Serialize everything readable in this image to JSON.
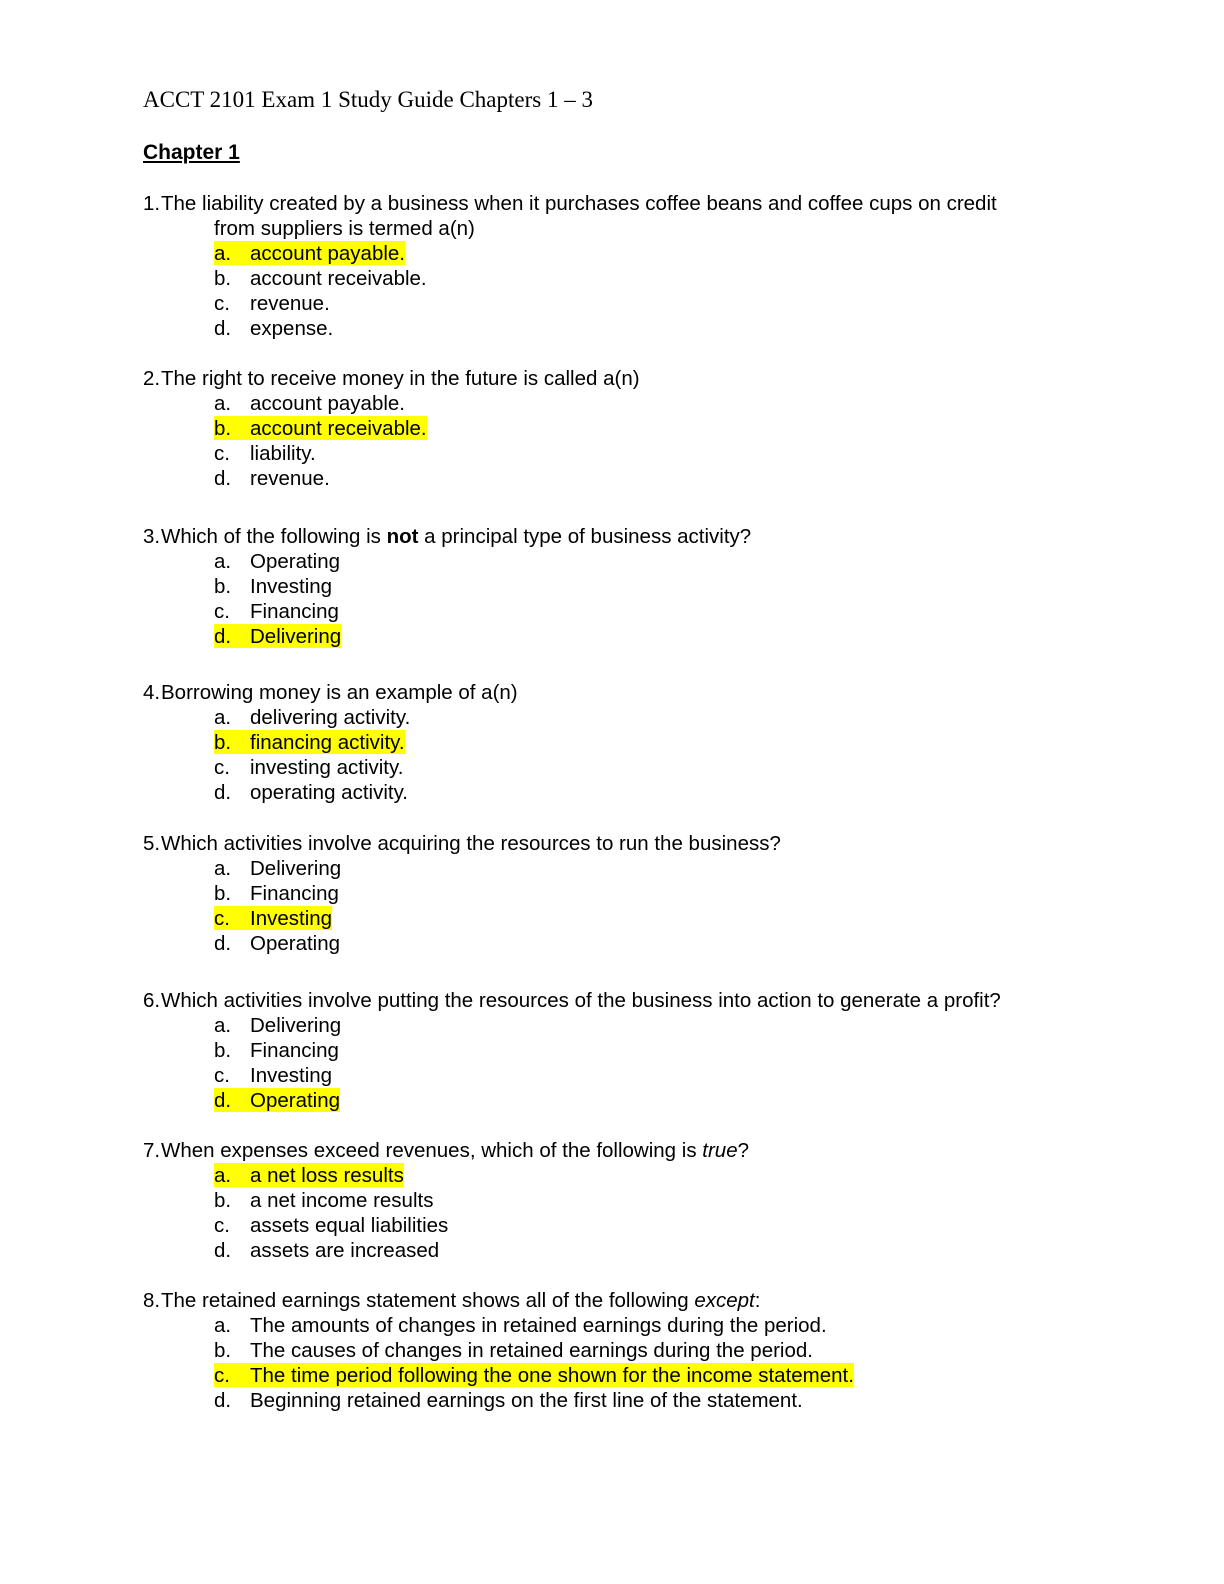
{
  "document": {
    "title": "ACCT 2101 Exam 1 Study Guide Chapters 1 – 3",
    "chapter_heading": "Chapter 1",
    "highlight_color": "#ffff00"
  },
  "questions": [
    {
      "number": "1.",
      "text_line1": "The liability created by a business when it purchases coffee beans and coffee cups on credit",
      "text_line2": "from suppliers is termed a(n)",
      "options": [
        {
          "letter": "a.",
          "text": "account payable.",
          "highlighted": true
        },
        {
          "letter": "b.",
          "text": "account receivable.",
          "highlighted": false
        },
        {
          "letter": "c.",
          "text": "revenue.",
          "highlighted": false
        },
        {
          "letter": "d.",
          "text": "expense.",
          "highlighted": false
        }
      ]
    },
    {
      "number": "2.",
      "text": "The right to receive money in the future is called a(n)",
      "options": [
        {
          "letter": "a.",
          "text": "account payable.",
          "highlighted": false
        },
        {
          "letter": "b.",
          "text": "account receivable.",
          "highlighted": true
        },
        {
          "letter": "c.",
          "text": "liability.",
          "highlighted": false
        },
        {
          "letter": "d.",
          "text": "revenue.",
          "highlighted": false
        }
      ]
    },
    {
      "number": "3.",
      "text_before": "Which of the following is ",
      "text_emph": "not",
      "text_after": " a principal type of business activity?",
      "options": [
        {
          "letter": "a.",
          "text": "Operating",
          "highlighted": false
        },
        {
          "letter": "b.",
          "text": "Investing",
          "highlighted": false
        },
        {
          "letter": "c.",
          "text": "Financing",
          "highlighted": false
        },
        {
          "letter": "d.",
          "text": "Delivering",
          "highlighted": true
        }
      ]
    },
    {
      "number": "4.",
      "text": "Borrowing money is an example of a(n)",
      "options": [
        {
          "letter": "a.",
          "text": "delivering activity.",
          "highlighted": false
        },
        {
          "letter": "b.",
          "text": "financing activity.",
          "highlighted": true
        },
        {
          "letter": "c.",
          "text": "investing activity.",
          "highlighted": false
        },
        {
          "letter": "d.",
          "text": "operating activity.",
          "highlighted": false
        }
      ]
    },
    {
      "number": "5.",
      "text": "Which activities involve acquiring the resources to run the business?",
      "options": [
        {
          "letter": "a.",
          "text": "Delivering",
          "highlighted": false
        },
        {
          "letter": "b.",
          "text": "Financing",
          "highlighted": false
        },
        {
          "letter": "c.",
          "text": "Investing",
          "highlighted": true
        },
        {
          "letter": "d.",
          "text": "Operating",
          "highlighted": false
        }
      ]
    },
    {
      "number": "6.",
      "text": "Which activities involve putting the resources of the business into action to generate a profit?",
      "options": [
        {
          "letter": "a.",
          "text": "Delivering",
          "highlighted": false
        },
        {
          "letter": "b.",
          "text": "Financing",
          "highlighted": false
        },
        {
          "letter": "c.",
          "text": "Investing",
          "highlighted": false
        },
        {
          "letter": "d.",
          "text": "Operating",
          "highlighted": true
        }
      ]
    },
    {
      "number": "7.",
      "text_before": "When expenses exceed revenues, which of the following is ",
      "text_emph": "true",
      "text_after": "?",
      "options": [
        {
          "letter": "a.",
          "text": "a net loss results",
          "highlighted": true
        },
        {
          "letter": "b.",
          "text": "a net income results",
          "highlighted": false
        },
        {
          "letter": "c.",
          "text": "assets equal liabilities",
          "highlighted": false
        },
        {
          "letter": "d.",
          "text": "assets are increased",
          "highlighted": false
        }
      ]
    },
    {
      "number": "8.",
      "text_before": "The retained earnings statement shows all of the following ",
      "text_emph": "except",
      "text_after": ":",
      "options": [
        {
          "letter": "a.",
          "text": "The amounts of changes in retained earnings during the period.",
          "highlighted": false
        },
        {
          "letter": "b.",
          "text": "The causes of changes in retained earnings during the period.",
          "highlighted": false
        },
        {
          "letter": "c.",
          "text": "The time period following the one shown for the income statement.",
          "highlighted": true
        },
        {
          "letter": "d.",
          "text": "Beginning retained earnings on the first line of the statement.",
          "highlighted": false
        }
      ]
    }
  ]
}
